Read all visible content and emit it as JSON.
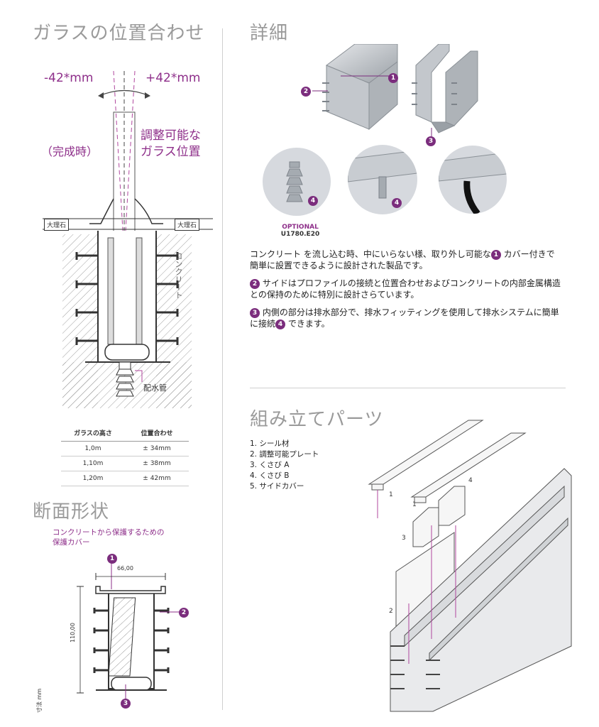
{
  "sections": {
    "glass_position": {
      "title": "ガラスの位置合わせ",
      "minus_label": "-42*mm",
      "plus_label": "+42*mm",
      "completed_label": "（完成時）",
      "adjustable_line1": "調整可能な",
      "adjustable_line2": "ガラス位置",
      "marble_left": "大理石",
      "marble_right": "大理石",
      "concrete_label": "コンクリート",
      "drain_label": "配水管"
    },
    "table": {
      "headers": [
        "ガラスの高さ",
        "位置合わせ"
      ],
      "rows": [
        [
          "1,0m",
          "± 34mm"
        ],
        [
          "1,10m",
          "± 38mm"
        ],
        [
          "1,20m",
          "± 42mm"
        ]
      ]
    },
    "cross_section": {
      "title": "断面形状",
      "protect_line1": "コンクリートから保護するための",
      "protect_line2": "保護カバー",
      "width_dim": "66,00",
      "height_dim": "110,00",
      "unit_note": "寸法 mm",
      "badge1": "1",
      "badge2": "2",
      "badge3": "3"
    },
    "details": {
      "title": "詳細",
      "optional": "OPTIONAL",
      "part_code": "U1780.E20",
      "badge1": "1",
      "badge2": "2",
      "badge3": "3",
      "badge4a": "4",
      "badge4b": "4",
      "para1_badge": "1",
      "para1_a": "コンクリート を流し込む時、中にいらない様、取り外し可能な",
      "para1_b": " カバー付きで簡単に設置できるように設計された製品です。",
      "para2_badge": "2",
      "para2": " サイドはプロファイルの接続と位置合わせおよびコンクリートの内部金属構造との保持のために特別に設計さらています。",
      "para3_badge": "3",
      "para3_a": " 内側の部分は排水部分で、排水フィッティングを使用して排水システムに簡単に接続",
      "para3_badge4": "4",
      "para3_b": " できます。"
    },
    "assembly": {
      "title": "組み立てパーツ",
      "items": [
        {
          "num": "1.",
          "label": "シール材"
        },
        {
          "num": "2.",
          "label": "調整可能プレート"
        },
        {
          "num": "3.",
          "label": "くさび A"
        },
        {
          "num": "4.",
          "label": "くさび B"
        },
        {
          "num": "5.",
          "label": "サイドカバー"
        }
      ],
      "callout_1a": "1",
      "callout_1b": "1",
      "callout_2": "2",
      "callout_3": "3",
      "callout_4": "4"
    }
  },
  "colors": {
    "accent": "#8e2f8a",
    "heading_gray": "#9a9a9a",
    "badge": "#7b2d7d"
  }
}
